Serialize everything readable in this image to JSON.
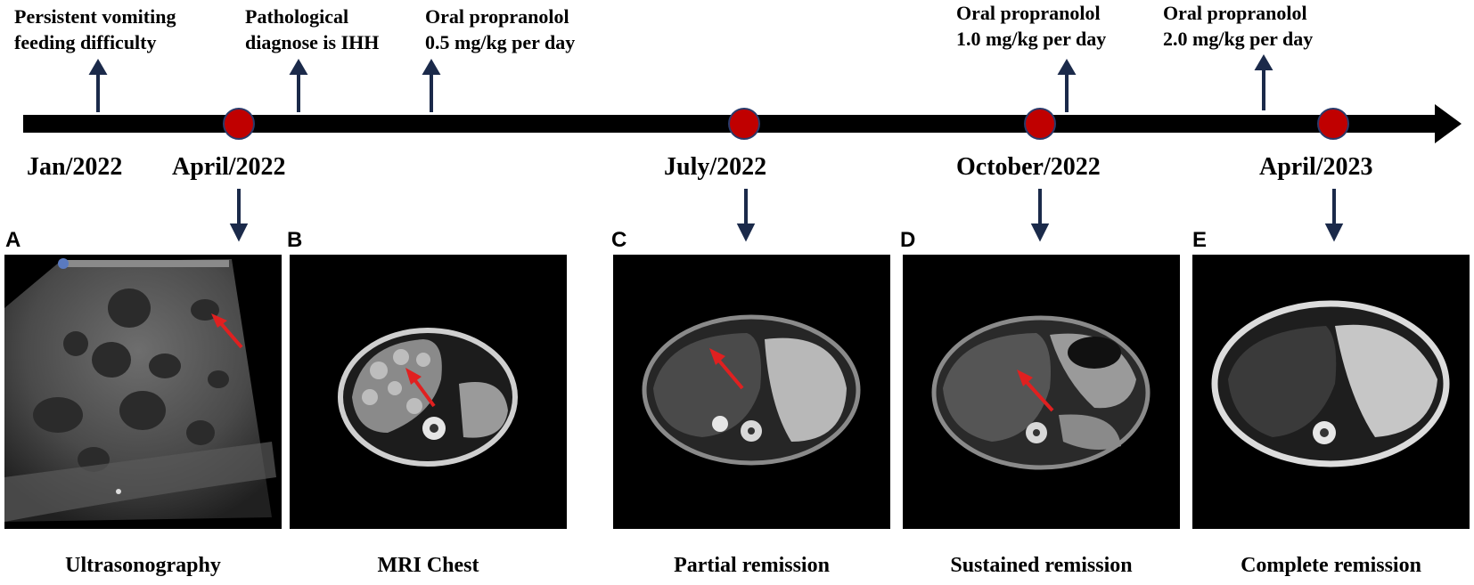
{
  "events": [
    {
      "line1": "Persistent vomiting",
      "line2": "feeding difficulty"
    },
    {
      "line1": "Pathological",
      "line2": "diagnose is IHH"
    },
    {
      "line1": "Oral propranolol",
      "line2": "0.5 mg/kg per day"
    },
    {
      "line1": "Oral propranolol",
      "line2": "1.0 mg/kg per day"
    },
    {
      "line1": "Oral propranolol",
      "line2": "2.0 mg/kg per day"
    }
  ],
  "dates": [
    "Jan/2022",
    "April/2022",
    "July/2022",
    "October/2022",
    "April/2023"
  ],
  "panels": [
    {
      "label": "A",
      "caption": "Ultrasonography"
    },
    {
      "label": "B",
      "caption": "MRI Chest"
    },
    {
      "label": "C",
      "caption": "Partial remission"
    },
    {
      "label": "D",
      "caption": "Sustained remission"
    },
    {
      "label": "E",
      "caption": "Complete remission"
    }
  ],
  "colors": {
    "timeline": "#000000",
    "marker": "#c00000",
    "marker_border": "#2a3a6a",
    "arrow": "#1b2a4a",
    "annotation_arrow": "#e02020"
  }
}
